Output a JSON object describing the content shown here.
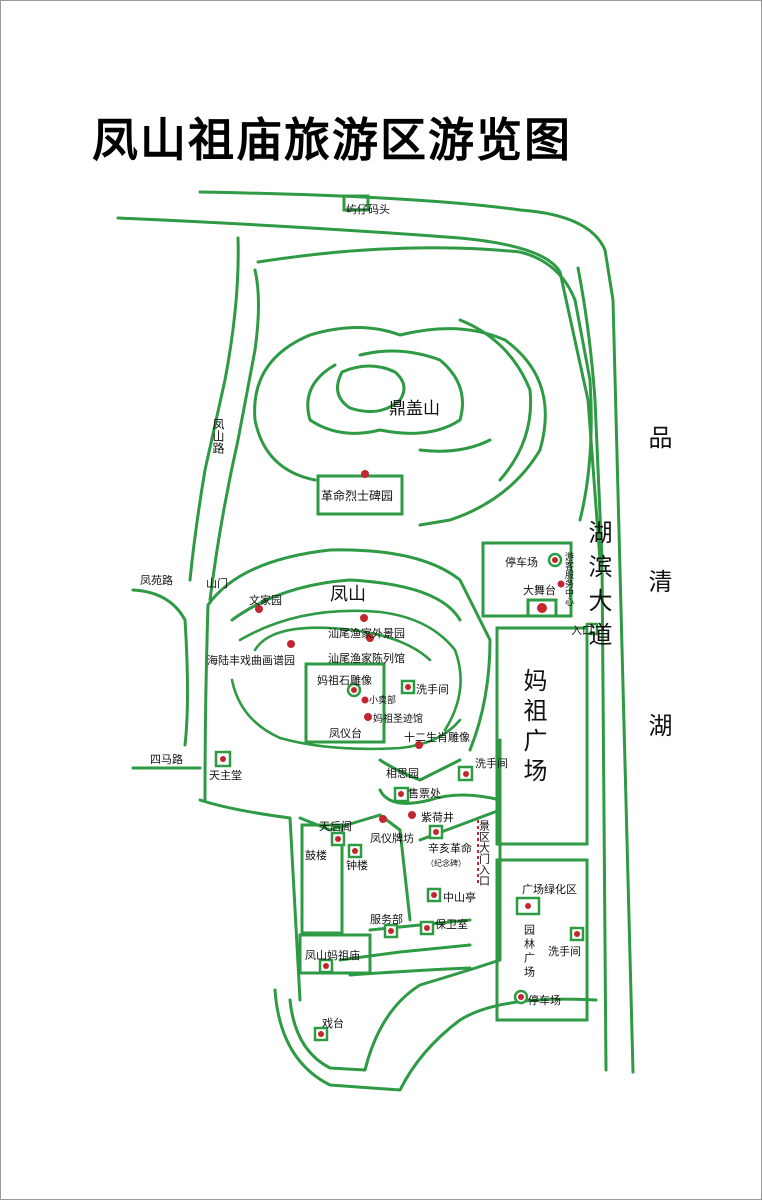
{
  "title": "凤山祖庙旅游区游览图",
  "colors": {
    "road": "#2e9a44",
    "poi_dot": "#c1272d",
    "text": "#111111"
  },
  "labels": {
    "pier": "屿仔码头",
    "dinggai_mountain": "鼎盖山",
    "martyrs_park": "革命烈士碑园",
    "fengshan_road": "凤山路",
    "fengyuan_road": "凤苑路",
    "shanmen": "山门",
    "sima_road": "四马路",
    "fengshan": "凤山",
    "wenjiayuan": "文家园",
    "fishing_outer_park": "汕尾渔家外景园",
    "haifeng_opera_park": "海陆丰戏曲画谱园",
    "fishing_museum": "汕尾渔家陈列馆",
    "mazu_statue": "妈祖石雕像",
    "shop": "小卖部",
    "washroom_a": "洗手间",
    "mazu_relics_hall": "妈祖圣迹馆",
    "fengyi_terrace": "凤仪台",
    "zodiac_sculpture": "十二生肖雕像",
    "tianzhu_church": "天主堂",
    "xiangsi_garden": "相思园",
    "ticket_office": "售票处",
    "washroom_b": "洗手间",
    "tianhou_pavilion": "天后阁",
    "zicai_well": "紫荷井",
    "fengyi_archway": "凤仪牌坊",
    "drum_tower": "鼓楼",
    "bell_tower": "钟楼",
    "xinhai_line1": "辛亥革命",
    "xinhai_line2": "（纪念碑）",
    "scenic_gate": "景区大门入口",
    "zhongshan_pavilion": "中山亭",
    "service_dept": "服务部",
    "security_room": "保卫室",
    "fengshan_mazu_temple": "凤山妈祖庙",
    "opera_stage": "戏台",
    "parking_a": "停车场",
    "visitor_center": "游客服务中心",
    "big_stage": "大舞台",
    "entrance": "入口",
    "hubin_avenue": "湖滨大道",
    "mazu_square": "妈祖广场",
    "square_green": "广场绿化区",
    "garden_square": "园林广场",
    "washroom_c": "洗手间",
    "parking_b": "停车场",
    "pinqing_lake": "品清湖"
  }
}
